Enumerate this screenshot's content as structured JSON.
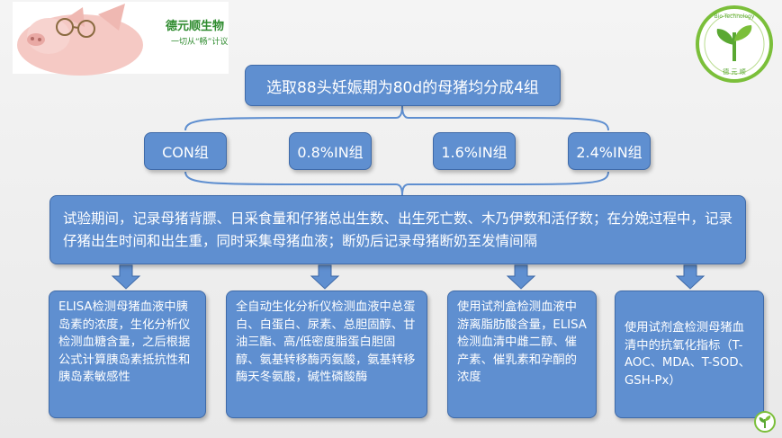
{
  "brand": {
    "name": "德元顺生物",
    "slogan": "一切从“畅”计议",
    "badge_text": "Bio-Technology",
    "badge_bottom": "德 元 顺"
  },
  "top_box": "选取88头妊娠期为80d的母猪均分成4组",
  "groups": [
    "CON组",
    "0.8%IN组",
    "1.6%IN组",
    "2.4%IN组"
  ],
  "procedure": "试验期间，记录母猪背膘、日采食量和仔猪总出生数、出生死亡数、木乃伊数和活仔数；在分娩过程中，记录仔猪出生时间和出生重，同时采集母猪血液；断奶后记录母猪断奶至发情间隔",
  "details": [
    "ELISA检测母猪血液中胰岛素的浓度，生化分析仪检测血糖含量，之后根据公式计算胰岛素抵抗性和胰岛素敏感性",
    "全自动生化分析仪检测血液中总蛋白、白蛋白、尿素、总胆固醇、甘油三酯、高/低密度脂蛋白胆固醇、氨基转移酶丙氨酸，氨基转移酶天冬氨酸，碱性磷酸酶",
    "使用试剂盒检测血液中游离脂肪酸含量，ELISA检测血清中雌二醇、催产素、催乳素和孕酮的浓度",
    "使用试剂盒检测母猪血清中的抗氧化指标（T-AOC、MDA、T-SOD、GSH-Px）"
  ],
  "colors": {
    "box": "#5f8fd0",
    "border": "#3f6aa8",
    "brand_green": "#2e8b2e"
  }
}
